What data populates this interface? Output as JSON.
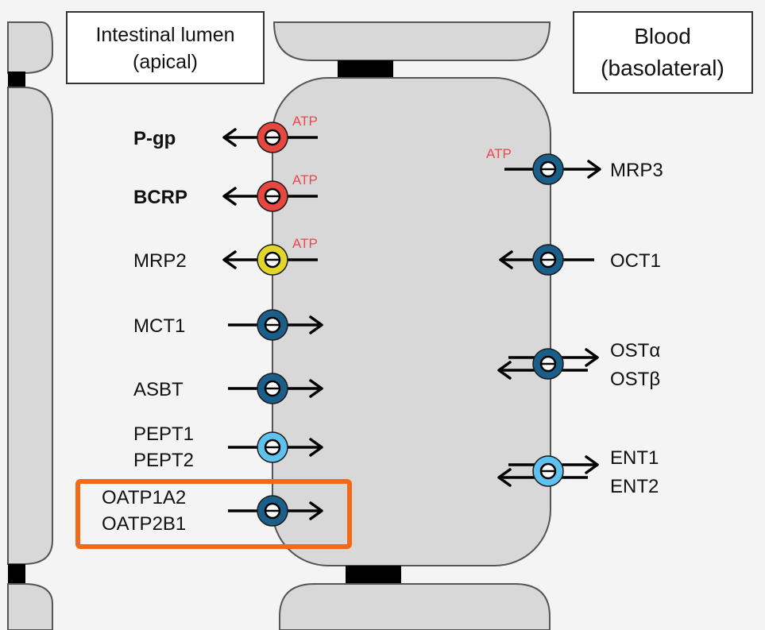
{
  "regions": {
    "apical": {
      "line1": "Intestinal lumen",
      "line2": "(apical)"
    },
    "basolateral": {
      "line1": "Blood",
      "line2": "(basolateral)"
    }
  },
  "atp_label": "ATP",
  "colors": {
    "red": "#e8473f",
    "yellow": "#e3d62a",
    "dark_blue": "#1a5f8a",
    "light_blue": "#5fc1ef",
    "highlight": "#f26a18",
    "atp_text": "#e8494d",
    "cell": "#d8d8d8",
    "tight_junction": "#000000"
  },
  "apical_transporters": [
    {
      "name": "P-gp",
      "bold": true,
      "color": "red",
      "atp": true,
      "direction": "efflux"
    },
    {
      "name": "BCRP",
      "bold": true,
      "color": "red",
      "atp": true,
      "direction": "efflux"
    },
    {
      "name": "MRP2",
      "bold": false,
      "color": "yellow",
      "atp": true,
      "direction": "efflux"
    },
    {
      "name": "MCT1",
      "bold": false,
      "color": "dark_blue",
      "atp": false,
      "direction": "influx"
    },
    {
      "name": "ASBT",
      "bold": false,
      "color": "dark_blue",
      "atp": false,
      "direction": "influx"
    },
    {
      "name": "PEPT1",
      "name2": "PEPT2",
      "bold": false,
      "color": "light_blue",
      "atp": false,
      "direction": "influx"
    },
    {
      "name": "OATP1A2",
      "name2": "OATP2B1",
      "bold": false,
      "color": "dark_blue",
      "atp": false,
      "direction": "influx",
      "highlighted": true
    }
  ],
  "basolateral_transporters": [
    {
      "name": "MRP3",
      "color": "dark_blue",
      "atp": true,
      "direction": "efflux"
    },
    {
      "name": "OCT1",
      "color": "dark_blue",
      "atp": false,
      "direction": "influx"
    },
    {
      "name": "OSTα",
      "name2": "OSTβ",
      "color": "dark_blue",
      "atp": false,
      "direction": "bidirectional"
    },
    {
      "name": "ENT1",
      "name2": "ENT2",
      "color": "light_blue",
      "atp": false,
      "direction": "bidirectional"
    }
  ]
}
